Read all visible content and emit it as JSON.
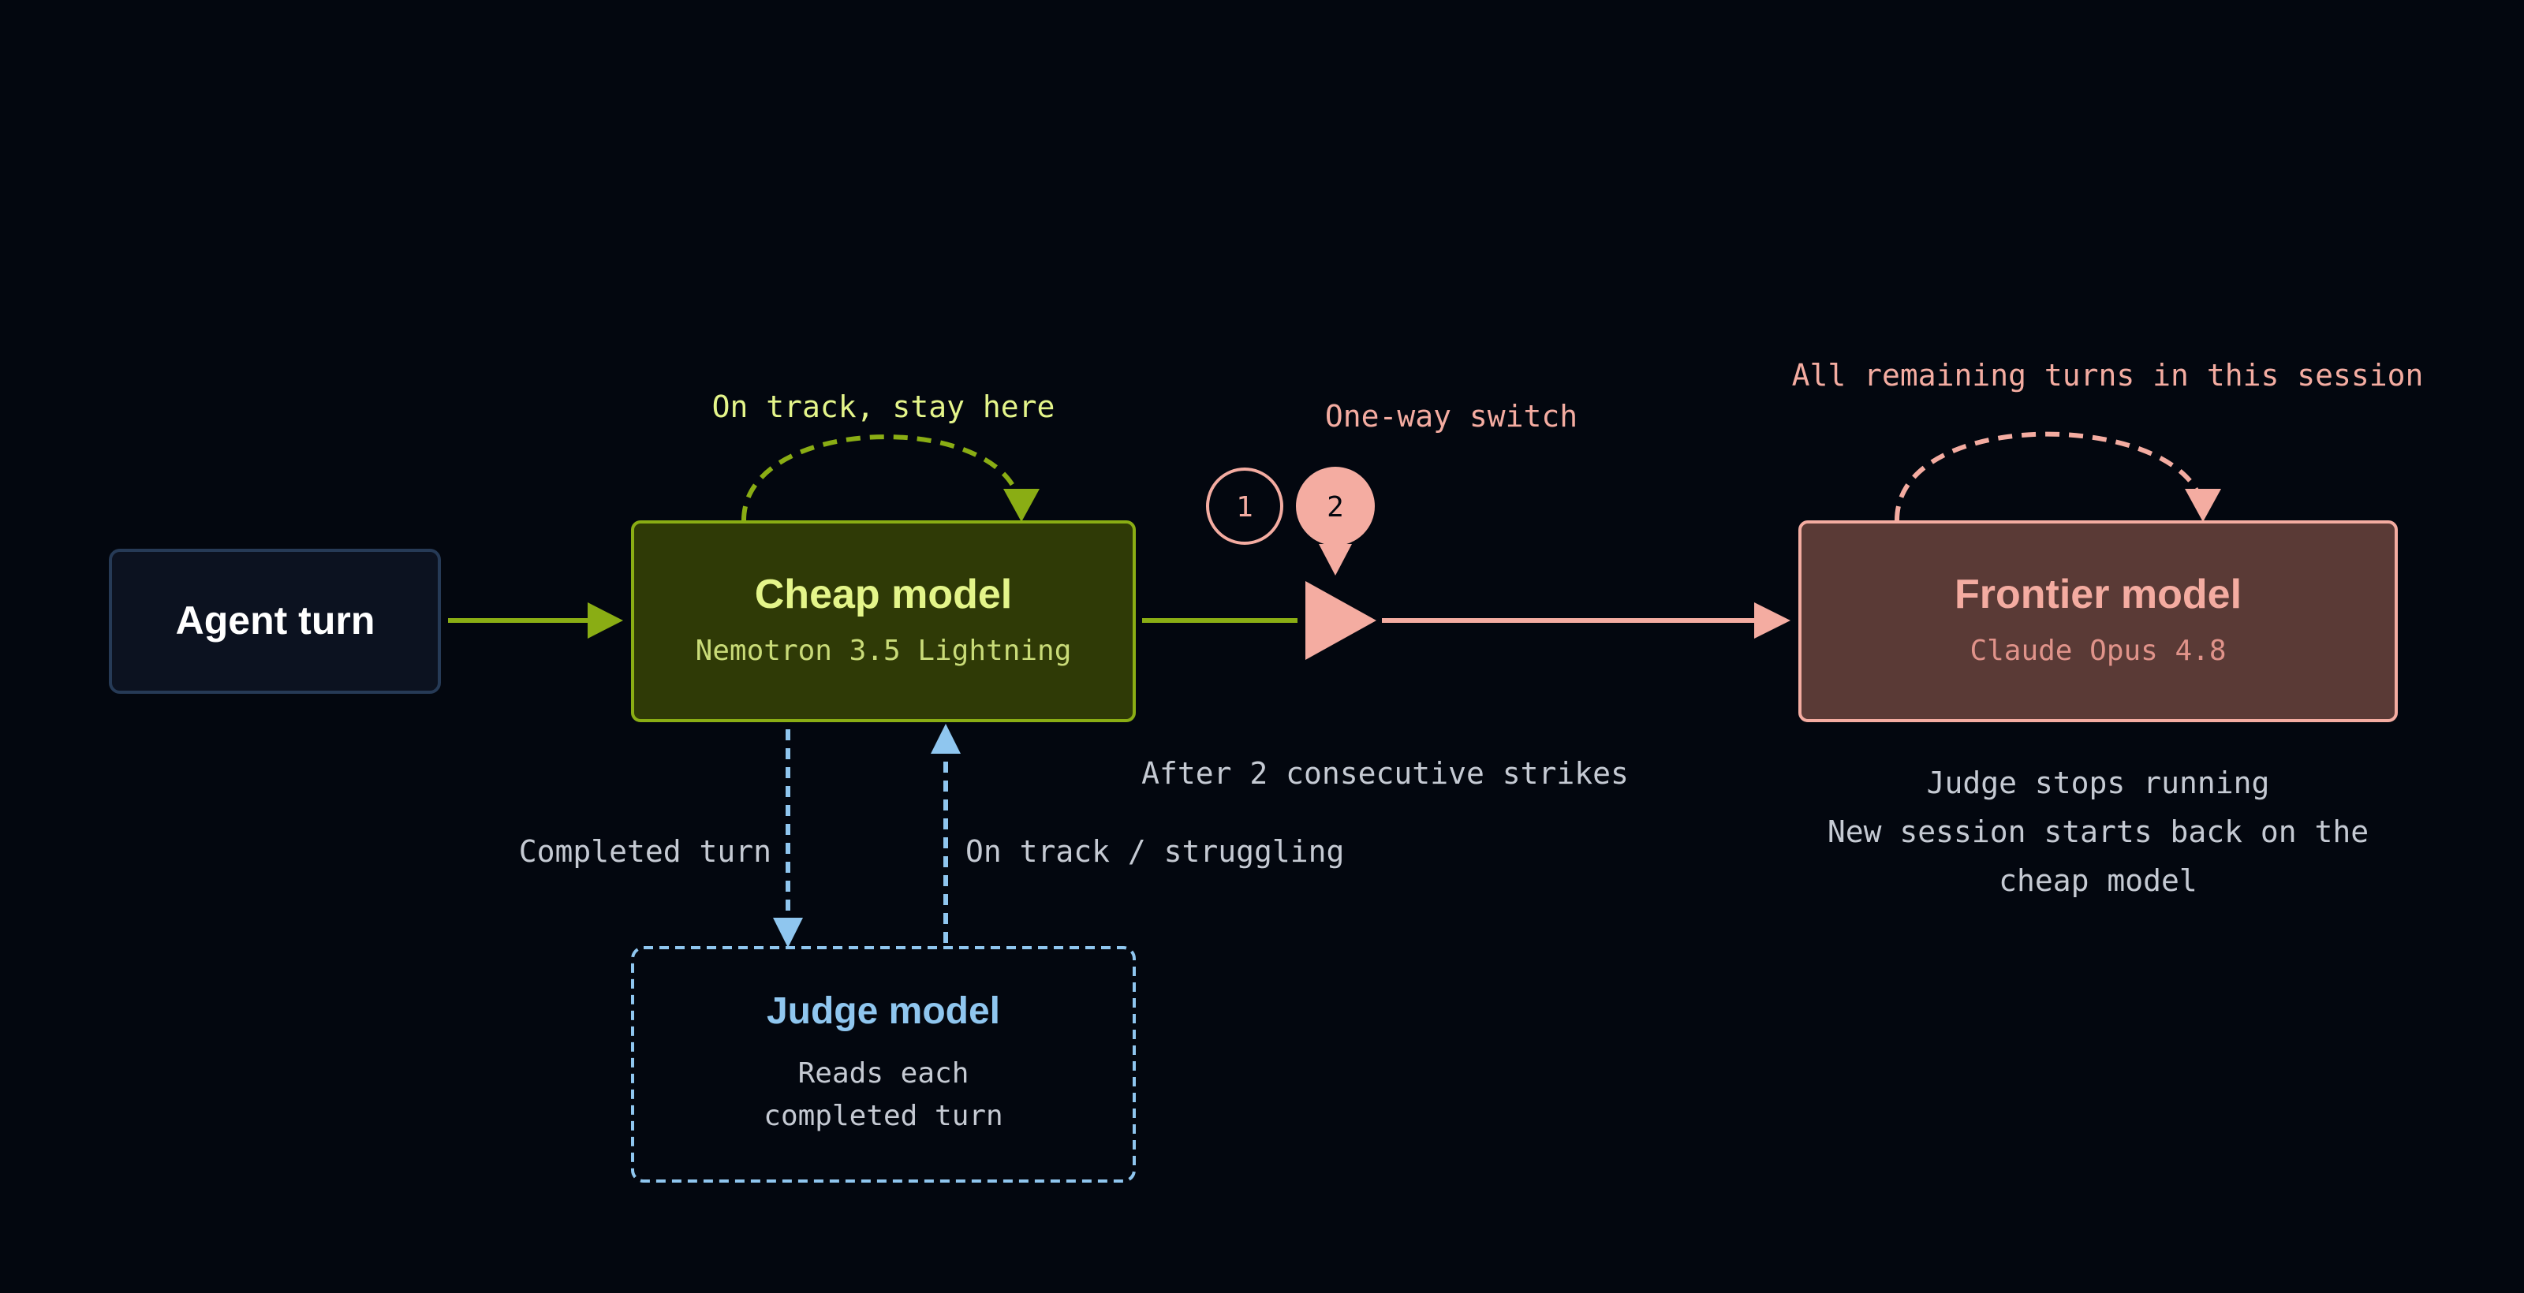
{
  "nodes": {
    "agent": {
      "title": "Agent turn"
    },
    "cheap": {
      "title": "Cheap model",
      "subtitle": "Nemotron 3.5 Lightning"
    },
    "frontier": {
      "title": "Frontier model",
      "subtitle": "Claude Opus 4.8"
    },
    "judge": {
      "title": "Judge model",
      "desc_line1": "Reads each",
      "desc_line2": "completed turn"
    }
  },
  "labels": {
    "stay_loop": "On track, stay here",
    "one_way": "One-way switch",
    "remaining": "All remaining turns in this session",
    "completed_turn": "Completed turn",
    "on_track_struggling": "On track / struggling",
    "strikes": "After 2 consecutive strikes",
    "judge_stops": "Judge stops running",
    "new_session_1": "New session starts back on the",
    "new_session_2": "cheap model"
  },
  "strikes": {
    "first": "1",
    "second": "2"
  },
  "colors": {
    "background": "#03070f",
    "cheap_accent": "#8aad14",
    "cheap_fill": "#2f3a06",
    "cheap_text": "#e4f58a",
    "frontier_accent": "#f4aca1",
    "frontier_fill": "#5a3a36",
    "judge_accent": "#8fc6ef",
    "agent_border": "#263a56",
    "agent_fill": "#0c1220",
    "muted_text": "#c5cad3"
  }
}
